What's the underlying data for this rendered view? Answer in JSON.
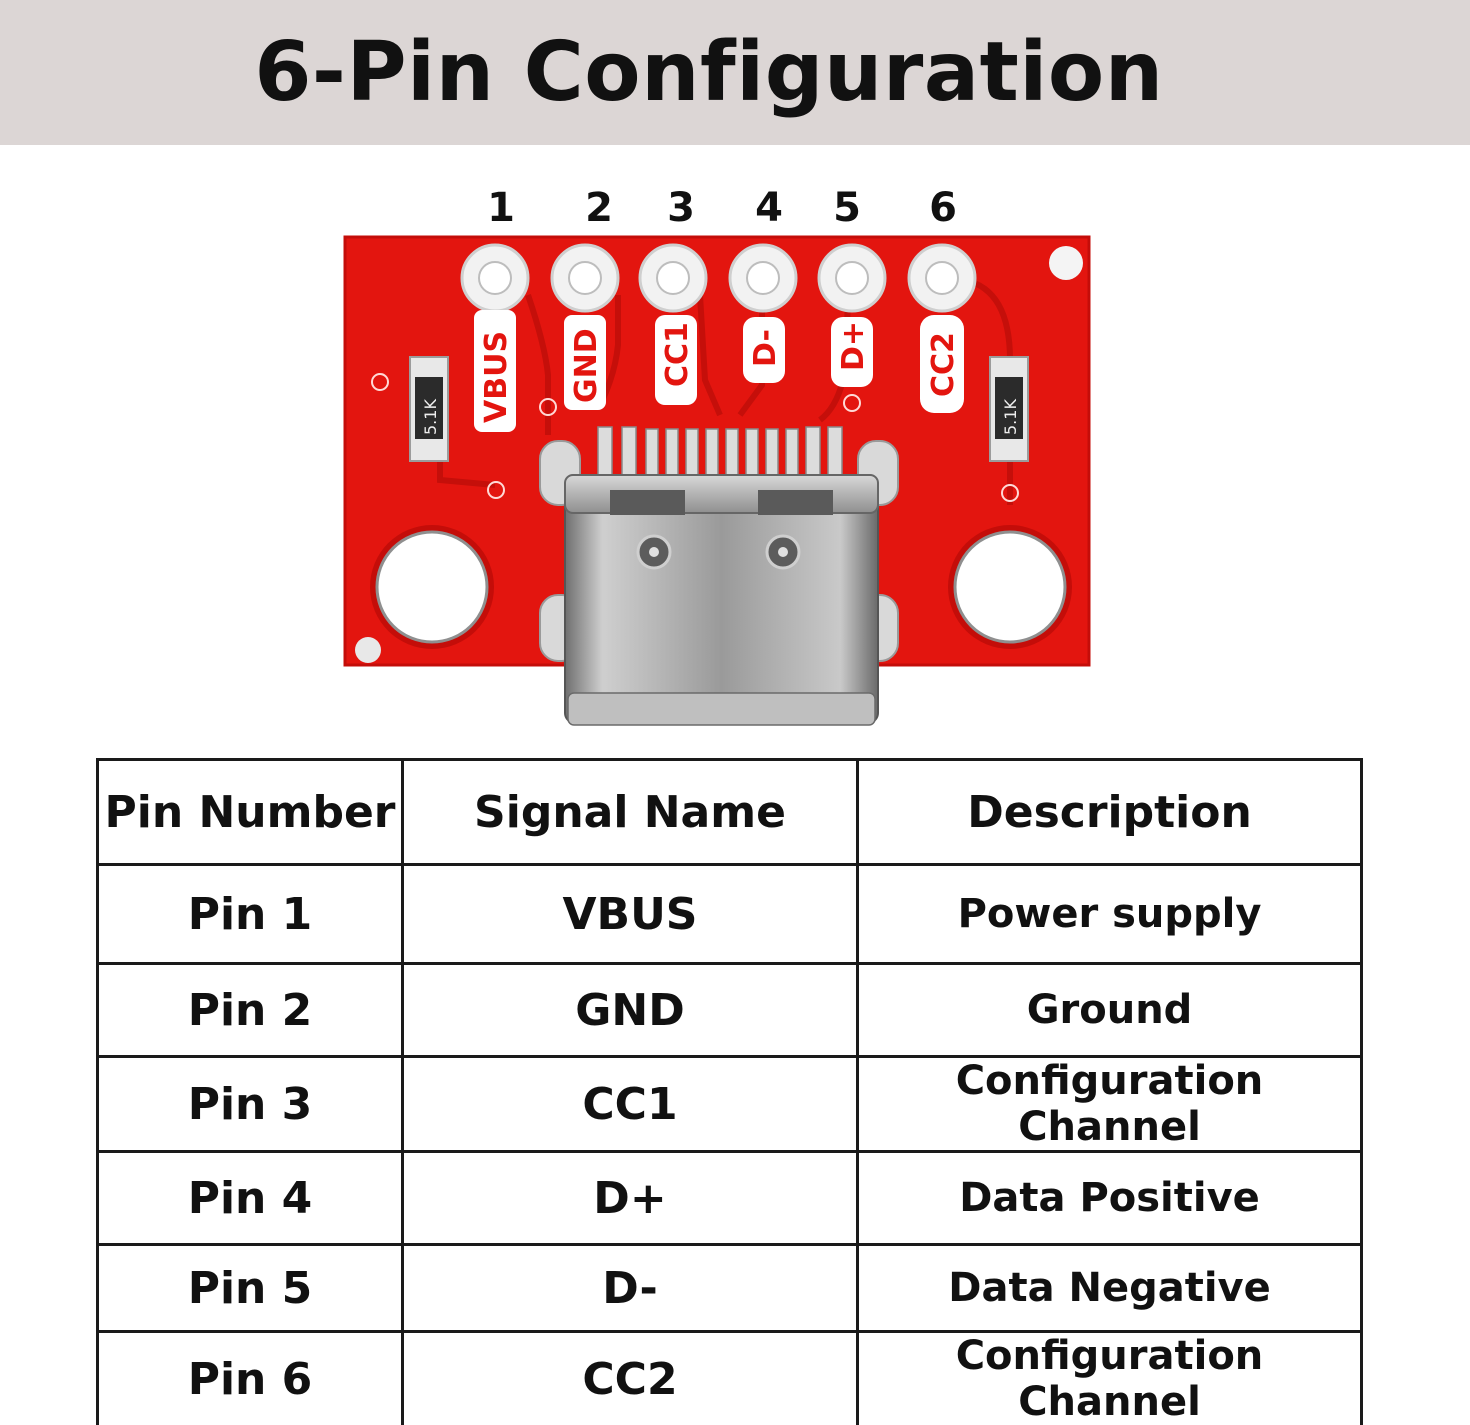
{
  "title": "6-Pin Configuration",
  "board": {
    "pin_numbers": [
      "1",
      "2",
      "3",
      "4",
      "5",
      "6"
    ],
    "pad_labels": [
      "VBUS",
      "GND",
      "CC1",
      "D-",
      "D+",
      "CC2"
    ],
    "resistor_labels": [
      "5.1K",
      "5.1K"
    ],
    "colors": {
      "pcb": "#e3150f",
      "pad": "#f2f2f2",
      "silk": "#ffffff",
      "connector": "#a8a8a8"
    }
  },
  "table": {
    "headers": [
      "Pin Number",
      "Signal Name",
      "Description"
    ],
    "rows": [
      {
        "pin": "Pin 1",
        "signal": "VBUS",
        "description": "Power supply"
      },
      {
        "pin": "Pin 2",
        "signal": "GND",
        "description": "Ground"
      },
      {
        "pin": "Pin 3",
        "signal": "CC1",
        "description": "Configuration Channel"
      },
      {
        "pin": "Pin 4",
        "signal": "D+",
        "description": "Data Positive"
      },
      {
        "pin": "Pin 5",
        "signal": "D-",
        "description": "Data Negative"
      },
      {
        "pin": "Pin 6",
        "signal": "CC2",
        "description": "Configuration Channel"
      }
    ]
  }
}
